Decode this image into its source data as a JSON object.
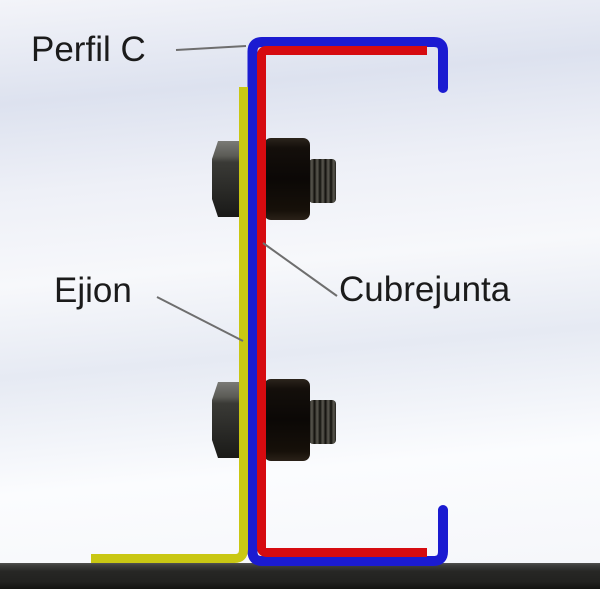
{
  "diagram": {
    "labels": {
      "perfil_c": "Perfil C",
      "ejion": "Ejion",
      "cubrejunta": "Cubrejunta"
    },
    "colors": {
      "profile_blue": "#1b1bd1",
      "plate_red": "#d60b10",
      "angle_yellow": "#c9c713",
      "leader_line": "#6e6e6e",
      "label_text": "#1b1b1b",
      "base_dark": "#262624",
      "bolt_black": "#0d0a07",
      "nut_gray": "#3a3a36"
    }
  }
}
